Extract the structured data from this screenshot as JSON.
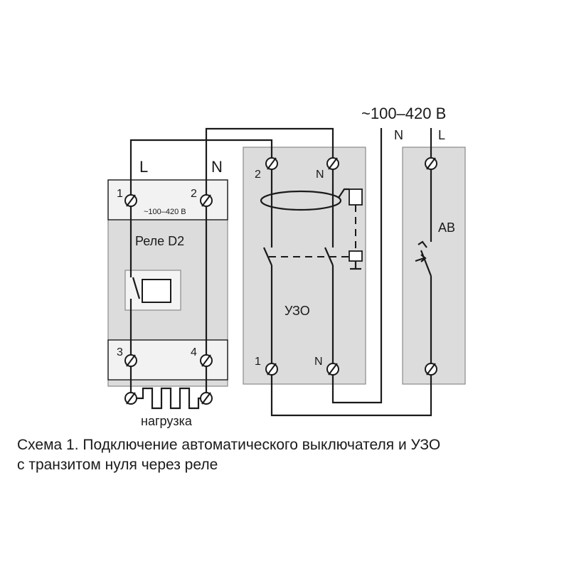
{
  "supply": {
    "voltage": "~100–420 В",
    "n_label": "N",
    "l_label": "L"
  },
  "relay": {
    "l_label": "L",
    "n_label": "N",
    "term_1": "1",
    "term_2": "2",
    "term_3": "3",
    "term_4": "4",
    "voltage": "~100–420 В",
    "name": "Реле D2"
  },
  "load": {
    "label": "нагрузка"
  },
  "rcd": {
    "term_2": "2",
    "term_n_top": "N",
    "term_1": "1",
    "term_n_bottom": "N",
    "name": "УЗО"
  },
  "breaker": {
    "name": "АВ"
  },
  "caption": {
    "line1": "Схема 1. Подключение автоматического выключателя и УЗО",
    "line2": "с транзитом нуля через реле"
  }
}
